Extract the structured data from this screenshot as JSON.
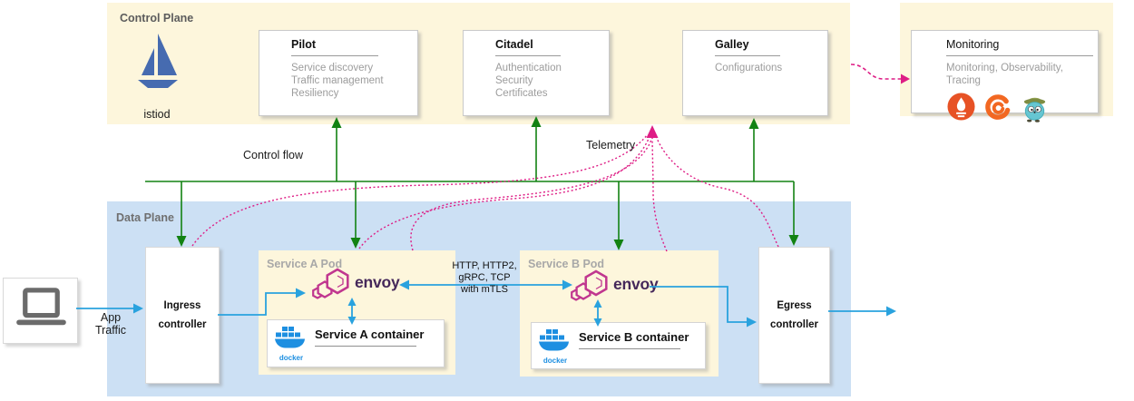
{
  "control_plane": {
    "label": "Control Plane",
    "istiod_label": "istiod",
    "components": [
      {
        "title": "Pilot",
        "items": [
          "Service discovery",
          "Traffic management",
          "Resiliency"
        ]
      },
      {
        "title": "Citadel",
        "items": [
          "Authentication",
          "Security",
          "Certificates"
        ]
      },
      {
        "title": "Galley",
        "items": [
          "Configurations"
        ]
      }
    ]
  },
  "monitoring": {
    "title": "Monitoring",
    "subtitle": "Monitoring, Observability, Tracing",
    "icons": [
      "prometheus-icon",
      "grafana-icon",
      "jaeger-icon"
    ]
  },
  "data_plane": {
    "label": "Data Plane",
    "ingress": {
      "line1": "Ingress",
      "line2": "controller"
    },
    "egress": {
      "line1": "Egress",
      "line2": "controller"
    },
    "pods": [
      {
        "title": "Service A Pod",
        "proxy_label": "envoy",
        "container_title": "Service A container",
        "runtime_label": "docker"
      },
      {
        "title": "Service B Pod",
        "proxy_label": "envoy",
        "container_title": "Service B container",
        "runtime_label": "docker"
      }
    ]
  },
  "labels": {
    "control_flow": "Control flow",
    "telemetry": "Telemetry",
    "app_traffic_line1": "App",
    "app_traffic_line2": "Traffic",
    "protocols_line1": "HTTP, HTTP2,",
    "protocols_line2": "gRPC, TCP",
    "protocols_line3": "with mTLS"
  },
  "colors": {
    "plane_fill": "#fdf6dc",
    "data_plane_fill": "#cce0f4",
    "control_flow_green": "#128212",
    "telemetry_pink": "#de1d85",
    "traffic_blue": "#29a2de",
    "istio_blue": "#466bb0",
    "envoy_pink": "#c0368f",
    "envoy_text": "#45285a",
    "docker_blue": "#1d8fe1",
    "prometheus_orange": "#e75225",
    "grafana_orange": "#f26822",
    "jaeger_teal": "#5bc2d4"
  }
}
